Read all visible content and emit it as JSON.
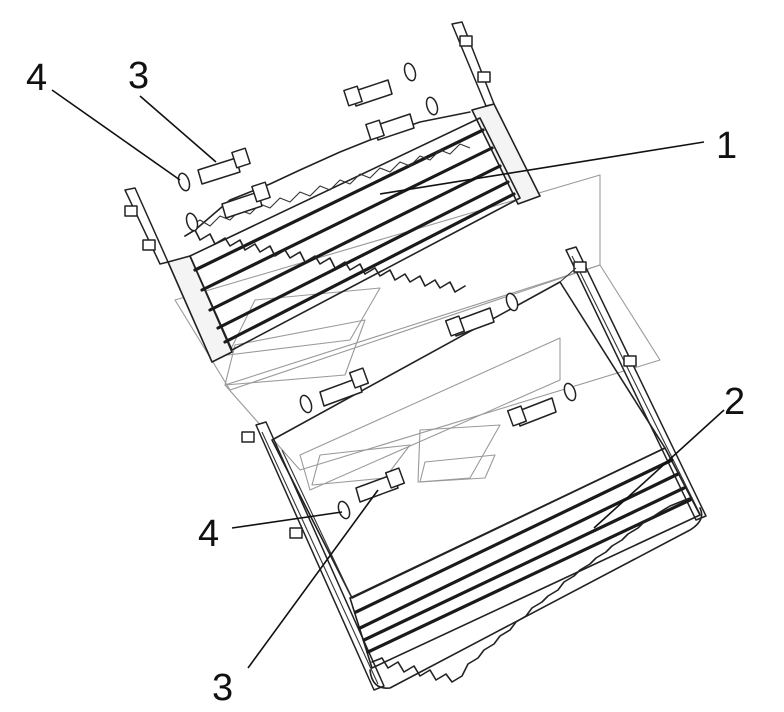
{
  "callouts": {
    "c1": "1",
    "c2": "2",
    "c3_top": "3",
    "c3_bottom": "3",
    "c4_top": "4",
    "c4_bottom": "4"
  }
}
